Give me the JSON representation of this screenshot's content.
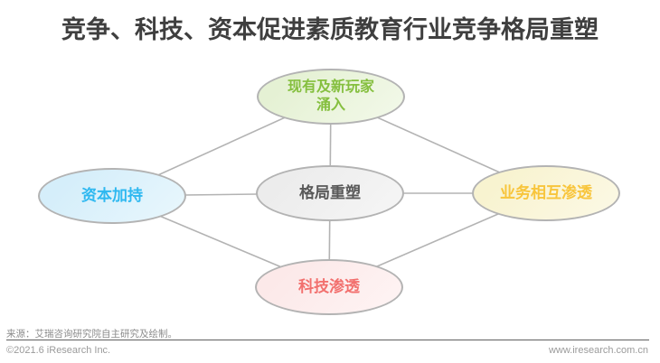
{
  "title": {
    "text": "竞争、科技、资本促进素质教育行业竞争格局重塑",
    "color": "#3f3f3f"
  },
  "diagram": {
    "connector_color": "#b3b3b3",
    "node_border_color": "#b3b3b3",
    "nodes": [
      {
        "id": "new-players",
        "label": "现有及新玩家\n涌入",
        "fill": "#e5f1d4",
        "fill2": "#f3f9ea",
        "text_color": "#85bf3f"
      },
      {
        "id": "capital-support",
        "label": "资本加持",
        "fill": "#d5eefa",
        "fill2": "#e9f7fd",
        "text_color": "#2eb8f0"
      },
      {
        "id": "landscape-reshape",
        "label": "格局重塑",
        "fill": "#ececec",
        "fill2": "#f6f6f6",
        "text_color": "#595959"
      },
      {
        "id": "business-penetration",
        "label": "业务相互渗透",
        "fill": "#f8f3d0",
        "fill2": "#fcf9e6",
        "text_color": "#f8c53c"
      },
      {
        "id": "tech-penetration",
        "label": "科技渗透",
        "fill": "#fce9e9",
        "fill2": "#fef4f4",
        "text_color": "#f2706e"
      }
    ]
  },
  "footer": {
    "source": "来源：艾瑞咨询研究院自主研究及绘制。",
    "copyright": "©2021.6 iResearch Inc.",
    "url": "www.iresearch.com.cn"
  }
}
